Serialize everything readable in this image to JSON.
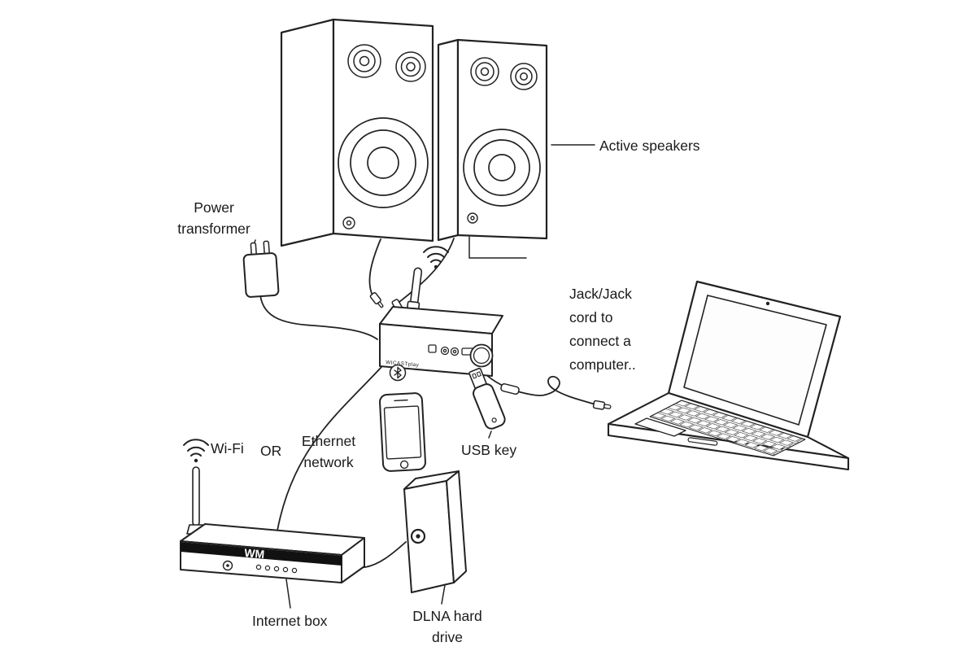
{
  "diagram": {
    "type": "wireless-audio-receiver-setup",
    "labels": {
      "active_speakers": "Active speakers",
      "power_transformer": [
        "Power",
        "transformer"
      ],
      "jack_cord": [
        "Jack/Jack",
        "cord to",
        "connect a",
        "computer.."
      ],
      "wifi": "Wi-Fi",
      "or": "OR",
      "ethernet": [
        "Ethernet",
        "network"
      ],
      "usb_key": "USB key",
      "internet_box": "Internet box",
      "dlna_drive": [
        "DLNA hard",
        "drive"
      ],
      "device_brand": "WICASTplay",
      "router_brand": "WM"
    },
    "colors": {
      "line": "#222222",
      "background": "#ffffff",
      "text": "#1a1a1a",
      "band": "#111111"
    }
  }
}
